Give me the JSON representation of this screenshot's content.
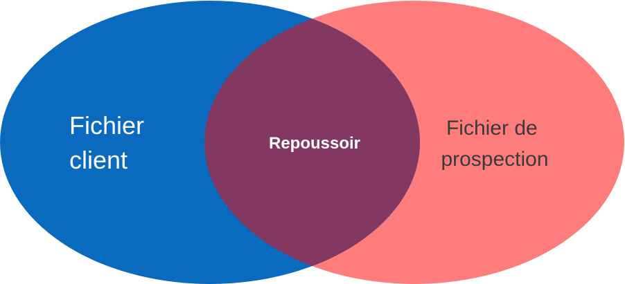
{
  "diagram": {
    "type": "venn",
    "sets": {
      "left": {
        "label_lines": [
          "Fichier",
          "client"
        ],
        "color": "#0A6BBE",
        "text_color": "#FFFFFF"
      },
      "right": {
        "label_lines": [
          "Fichier de",
          "prospection"
        ],
        "color": "#FF7C7C",
        "text_color": "#3A3A3A"
      }
    },
    "intersection": {
      "label": "Repoussoir",
      "color": "#823861",
      "text_color": "#FFFFFF"
    }
  }
}
